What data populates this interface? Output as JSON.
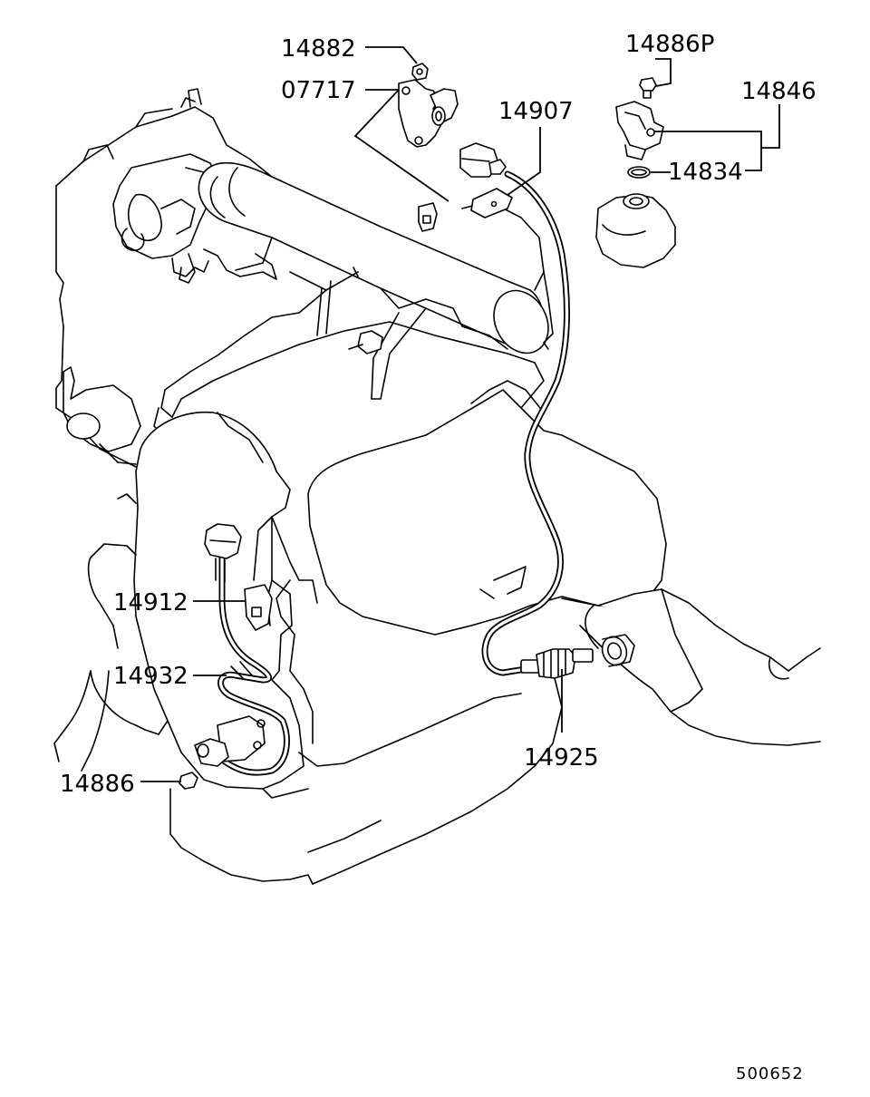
{
  "diagram": {
    "parts": [
      {
        "number": "14882"
      },
      {
        "number": "07717"
      },
      {
        "number": "14886P"
      },
      {
        "number": "14846"
      },
      {
        "number": "14907"
      },
      {
        "number": "14834"
      },
      {
        "number": "14912"
      },
      {
        "number": "14932"
      },
      {
        "number": "14925"
      },
      {
        "number": "14886"
      }
    ],
    "figure_number": "500652"
  }
}
